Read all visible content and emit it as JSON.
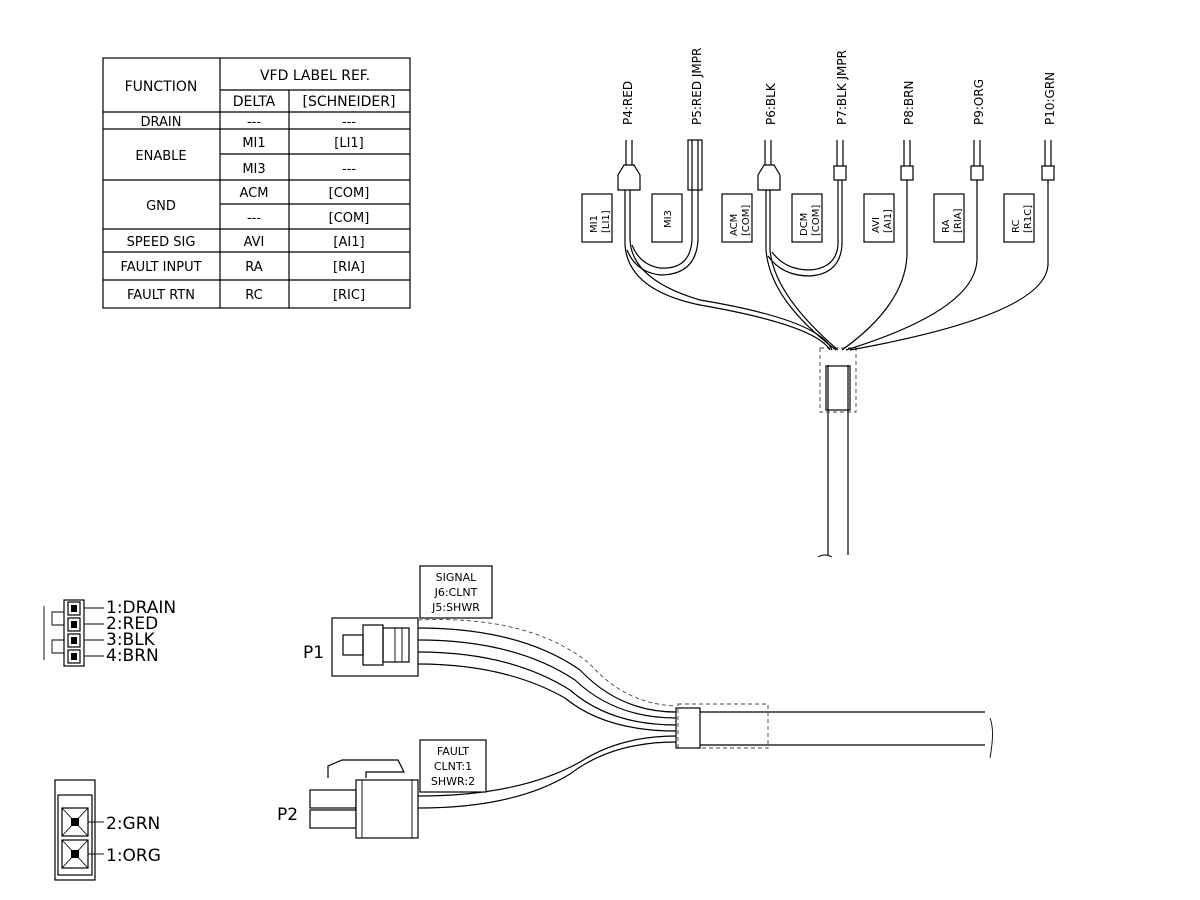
{
  "table": {
    "header_function": "FUNCTION",
    "header_vfd": "VFD LABEL REF.",
    "header_delta": "DELTA",
    "header_schneider": "[SCHNEIDER]",
    "rows": [
      {
        "function": "DRAIN",
        "delta": "---",
        "schneider": "---"
      },
      {
        "function": "ENABLE",
        "delta": "MI1",
        "schneider": "[LI1]"
      },
      {
        "function": "",
        "delta": "MI3",
        "schneider": "---"
      },
      {
        "function": "GND",
        "delta": "ACM",
        "schneider": "[COM]"
      },
      {
        "function": "",
        "delta": "---",
        "schneider": "[COM]"
      },
      {
        "function": "SPEED SIG",
        "delta": "AVI",
        "schneider": "[AI1]"
      },
      {
        "function": "FAULT INPUT",
        "delta": "RA",
        "schneider": "[RIA]"
      },
      {
        "function": "FAULT RTN",
        "delta": "RC",
        "schneider": "[RIC]"
      }
    ]
  },
  "ferrules": [
    {
      "pin": "P4:RED",
      "tag": [
        "MI1",
        "[LI1]"
      ]
    },
    {
      "pin": "P5:RED JMPR",
      "tag": [
        "MI3"
      ]
    },
    {
      "pin": "P6:BLK",
      "tag": [
        "ACM",
        "[COM]"
      ]
    },
    {
      "pin": "P7:BLK JMPR",
      "tag": [
        "DCM",
        "[COM]"
      ]
    },
    {
      "pin": "P8:BRN",
      "tag": [
        "AVI",
        "[AI1]"
      ]
    },
    {
      "pin": "P9:ORG",
      "tag": [
        "RA",
        "[RIA]"
      ]
    },
    {
      "pin": "P10:GRN",
      "tag": [
        "RC",
        "[R1C]"
      ]
    }
  ],
  "p1": {
    "name": "P1",
    "label": [
      "SIGNAL",
      "J6:CLNT",
      "J5:SHWR"
    ],
    "pins": [
      "1:DRAIN",
      "2:RED",
      "3:BLK",
      "4:BRN"
    ]
  },
  "p2": {
    "name": "P2",
    "label": [
      "FAULT",
      "CLNT:1",
      "SHWR:2"
    ],
    "pins": [
      "2:GRN",
      "1:ORG"
    ]
  }
}
